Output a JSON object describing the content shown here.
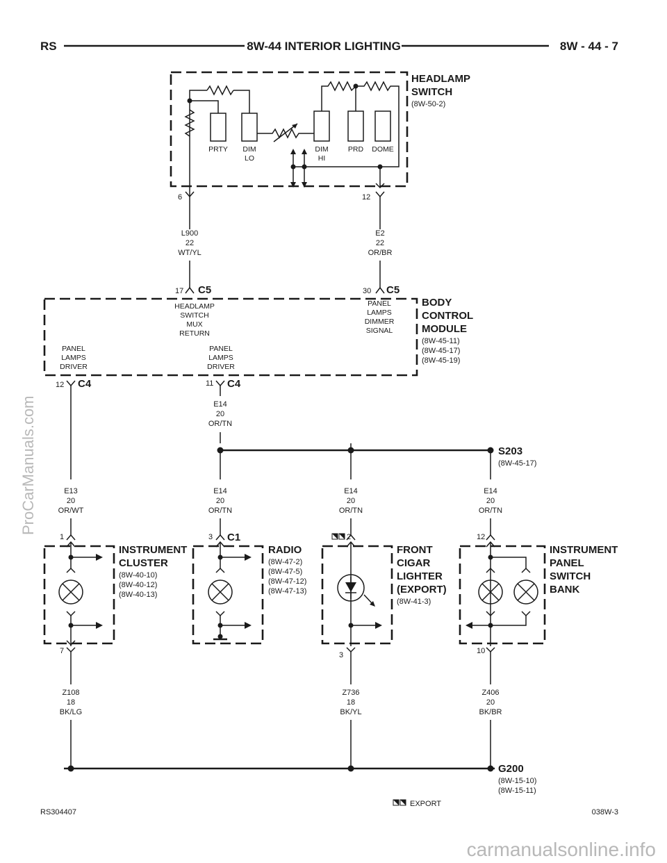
{
  "header": {
    "left": "RS",
    "title": "8W-44 INTERIOR LIGHTING",
    "right": "8W - 44 - 7"
  },
  "footer": {
    "left": "RS304407",
    "right": "038W-3",
    "legend": "EXPORT"
  },
  "watermarks": {
    "side": "ProCarManuals.com",
    "bottom": "carmanualsonline.info"
  },
  "components": {
    "headlamp_switch": {
      "name_lines": [
        "HEADLAMP",
        "SWITCH"
      ],
      "refs": [
        "(8W-50-2)"
      ],
      "elements": [
        "PRTY",
        "DIM",
        "LO",
        "DIM",
        "HI",
        "PRD",
        "DOME"
      ]
    },
    "bcm": {
      "name_lines": [
        "BODY",
        "CONTROL",
        "MODULE"
      ],
      "refs": [
        "(8W-45-11)",
        "(8W-45-17)",
        "(8W-45-19)"
      ],
      "sig_headlamp": [
        "HEADLAMP",
        "SWITCH",
        "MUX",
        "RETURN"
      ],
      "sig_panel_dimmer": [
        "PANEL",
        "LAMPS",
        "DIMMER",
        "SIGNAL"
      ],
      "sig_driver_left": [
        "PANEL",
        "LAMPS",
        "DRIVER"
      ],
      "sig_driver_mid": [
        "PANEL",
        "LAMPS",
        "DRIVER"
      ]
    },
    "instrument_cluster": {
      "name_lines": [
        "INSTRUMENT",
        "CLUSTER"
      ],
      "refs": [
        "(8W-40-10)",
        "(8W-40-12)",
        "(8W-40-13)"
      ]
    },
    "radio": {
      "name_lines": [
        "RADIO"
      ],
      "refs": [
        "(8W-47-2)",
        "(8W-47-5)",
        "(8W-47-12)",
        "(8W-47-13)"
      ]
    },
    "cigar_lighter": {
      "name_lines": [
        "FRONT",
        "CIGAR",
        "LIGHTER",
        "(EXPORT)"
      ],
      "refs": [
        "(8W-41-3)"
      ]
    },
    "switch_bank": {
      "name_lines": [
        "INSTRUMENT",
        "PANEL",
        "SWITCH",
        "BANK"
      ],
      "refs": []
    }
  },
  "splices": {
    "s203": {
      "name": "S203",
      "refs": [
        "(8W-45-17)"
      ]
    },
    "g200": {
      "name": "G200",
      "refs": [
        "(8W-15-10)",
        "(8W-15-11)"
      ]
    }
  },
  "connectors": {
    "hs_l": "6",
    "hs_r": "12",
    "c5_l_pin": "17",
    "c5_l": "C5",
    "c5_r_pin": "30",
    "c5_r": "C5",
    "c4_l_pin": "12",
    "c4_l": "C4",
    "c4_r_pin": "11",
    "c4_r": "C4",
    "ic_top": "1",
    "ic_bot": "7",
    "radio_pin": "3",
    "radio_conn": "C1",
    "cig_top": "2",
    "cig_bot": "3",
    "psb_top": "12",
    "psb_bot": "10"
  },
  "circuits": {
    "l900": [
      "L900",
      "22",
      "WT/YL"
    ],
    "e2": [
      "E2",
      "22",
      "OR/BR"
    ],
    "e14_bcm": [
      "E14",
      "20",
      "OR/TN"
    ],
    "e13": [
      "E13",
      "20",
      "OR/WT"
    ],
    "e14_radio": [
      "E14",
      "20",
      "OR/TN"
    ],
    "e14_cig": [
      "E14",
      "20",
      "OR/TN"
    ],
    "e14_psb": [
      "E14",
      "20",
      "OR/TN"
    ],
    "z108": [
      "Z108",
      "18",
      "BK/LG"
    ],
    "z736": [
      "Z736",
      "18",
      "BK/YL"
    ],
    "z406": [
      "Z406",
      "20",
      "BK/BR"
    ]
  }
}
